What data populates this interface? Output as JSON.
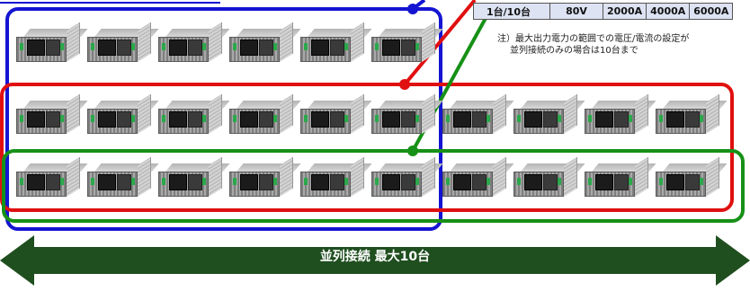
{
  "spec_table": {
    "cells": [
      "1台/10台",
      "80V",
      "2000A",
      "4000A",
      "6000A"
    ]
  },
  "note": {
    "line1": "注）最大出力電力の範囲での電圧/電流の設定が",
    "line2": "並列接続のみの場合は10台まで"
  },
  "arrow": {
    "label": "並列接続  最大10台",
    "color": "#1f4e1f"
  },
  "groups": {
    "blue_color": "#1414d2",
    "red_color": "#e01010",
    "green_color": "#169016"
  }
}
